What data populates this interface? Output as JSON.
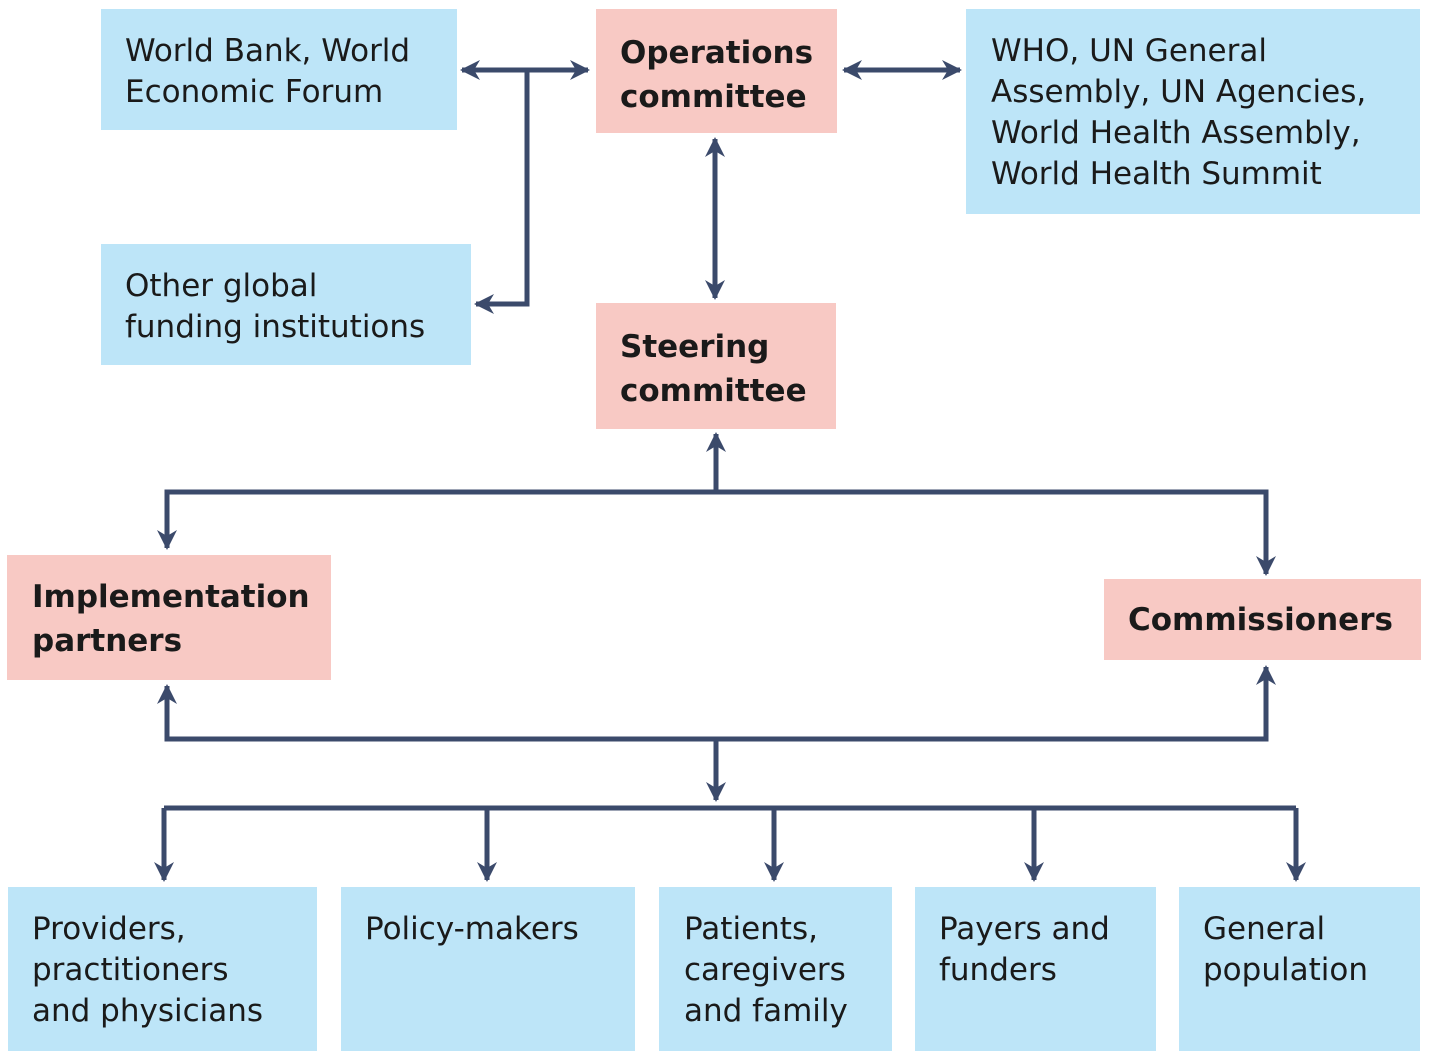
{
  "colors": {
    "stakeholder_fill": "#bde5f8",
    "committee_fill": "#f8c9c4",
    "connector": "#3b4a6b"
  },
  "nodes": {
    "world_bank": "World Bank, World\nEconomic Forum",
    "operations_committee": "Operations\ncommittee",
    "who_un": "WHO, UN General\nAssembly, UN Agencies,\nWorld Health Assembly,\nWorld Health Summit",
    "other_funding": "Other global\nfunding institutions",
    "steering_committee": "Steering\ncommittee",
    "implementation_partners": "Implementation\npartners",
    "commissioners": "Commissioners",
    "providers": "Providers,\npractitioners\nand physicians",
    "policy_makers": "Policy-makers",
    "patients": "Patients,\ncaregivers\nand family",
    "payers": "Payers and\nfunders",
    "general_population": "General\npopulation"
  }
}
